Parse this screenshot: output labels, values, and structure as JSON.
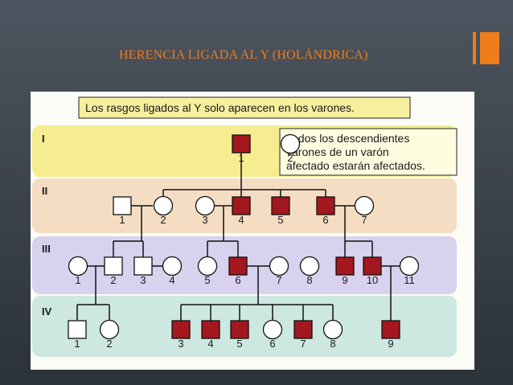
{
  "slide": {
    "title": "HERENCIA LIGADA AL Y (HOLÁNDRICA)",
    "accent_color": "#ef7d1a"
  },
  "figure": {
    "banner": "Los rasgos ligados al Y solo aparecen en los varones.",
    "callout": [
      "Todos los descendientes",
      "varones de un varón",
      "afectado estarán afectados."
    ],
    "affected_color": "#a3171f",
    "generation_colors": {
      "I": "#f6ec90",
      "II": "#f4ddc3",
      "III": "#d8d2ee",
      "IV": "#cde8e1"
    },
    "generations": [
      {
        "label": "I",
        "members": [
          {
            "num": "1",
            "sex": "male",
            "affected": true
          },
          {
            "num": "2",
            "sex": "female",
            "affected": false
          }
        ]
      },
      {
        "label": "II",
        "members": [
          {
            "num": "1",
            "sex": "male",
            "affected": false
          },
          {
            "num": "2",
            "sex": "female",
            "affected": false
          },
          {
            "num": "3",
            "sex": "female",
            "affected": false
          },
          {
            "num": "4",
            "sex": "male",
            "affected": true
          },
          {
            "num": "5",
            "sex": "male",
            "affected": true
          },
          {
            "num": "6",
            "sex": "male",
            "affected": true
          },
          {
            "num": "7",
            "sex": "female",
            "affected": false
          }
        ]
      },
      {
        "label": "III",
        "members": [
          {
            "num": "1",
            "sex": "female",
            "affected": false
          },
          {
            "num": "2",
            "sex": "male",
            "affected": false
          },
          {
            "num": "3",
            "sex": "male",
            "affected": false
          },
          {
            "num": "4",
            "sex": "female",
            "affected": false
          },
          {
            "num": "5",
            "sex": "female",
            "affected": false
          },
          {
            "num": "6",
            "sex": "male",
            "affected": true
          },
          {
            "num": "7",
            "sex": "female",
            "affected": false
          },
          {
            "num": "8",
            "sex": "female",
            "affected": false
          },
          {
            "num": "9",
            "sex": "male",
            "affected": true
          },
          {
            "num": "10",
            "sex": "male",
            "affected": true
          },
          {
            "num": "11",
            "sex": "female",
            "affected": false
          }
        ]
      },
      {
        "label": "IV",
        "members": [
          {
            "num": "1",
            "sex": "male",
            "affected": false
          },
          {
            "num": "2",
            "sex": "female",
            "affected": false
          },
          {
            "num": "3",
            "sex": "male",
            "affected": true
          },
          {
            "num": "4",
            "sex": "male",
            "affected": true
          },
          {
            "num": "5",
            "sex": "male",
            "affected": true
          },
          {
            "num": "6",
            "sex": "female",
            "affected": false
          },
          {
            "num": "7",
            "sex": "male",
            "affected": true
          },
          {
            "num": "8",
            "sex": "female",
            "affected": false
          },
          {
            "num": "9",
            "sex": "male",
            "affected": true
          }
        ]
      }
    ]
  }
}
